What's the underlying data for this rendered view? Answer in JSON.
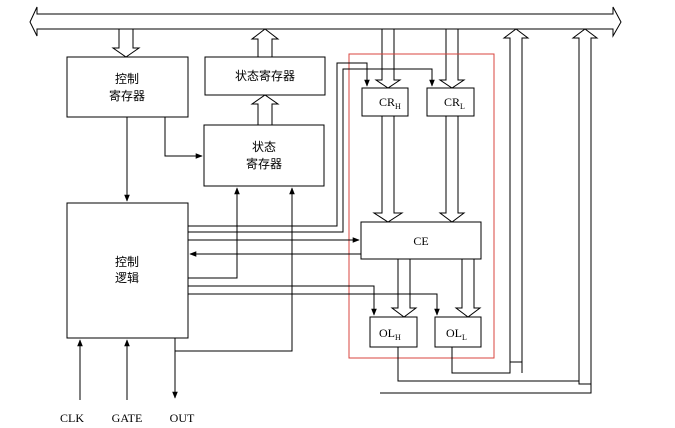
{
  "blocks": {
    "control_reg": {
      "line1": "控制",
      "line2": "寄存器"
    },
    "status_reg_top": {
      "label": "状态寄存器"
    },
    "status_reg": {
      "line1": "状态",
      "line2": "寄存器"
    },
    "control_logic": {
      "line1": "控制",
      "line2": "逻辑"
    },
    "ce": {
      "label": "CE"
    },
    "crh": {
      "main": "CR",
      "sub": "H"
    },
    "crl": {
      "main": "CR",
      "sub": "L"
    },
    "olh": {
      "main": "OL",
      "sub": "H"
    },
    "oll": {
      "main": "OL",
      "sub": "L"
    }
  },
  "pins": {
    "clk": "CLK",
    "gate": "GATE",
    "out": "OUT"
  },
  "colors": {
    "line": "#000000",
    "highlight_box": "#d9443f",
    "background": "#ffffff"
  }
}
